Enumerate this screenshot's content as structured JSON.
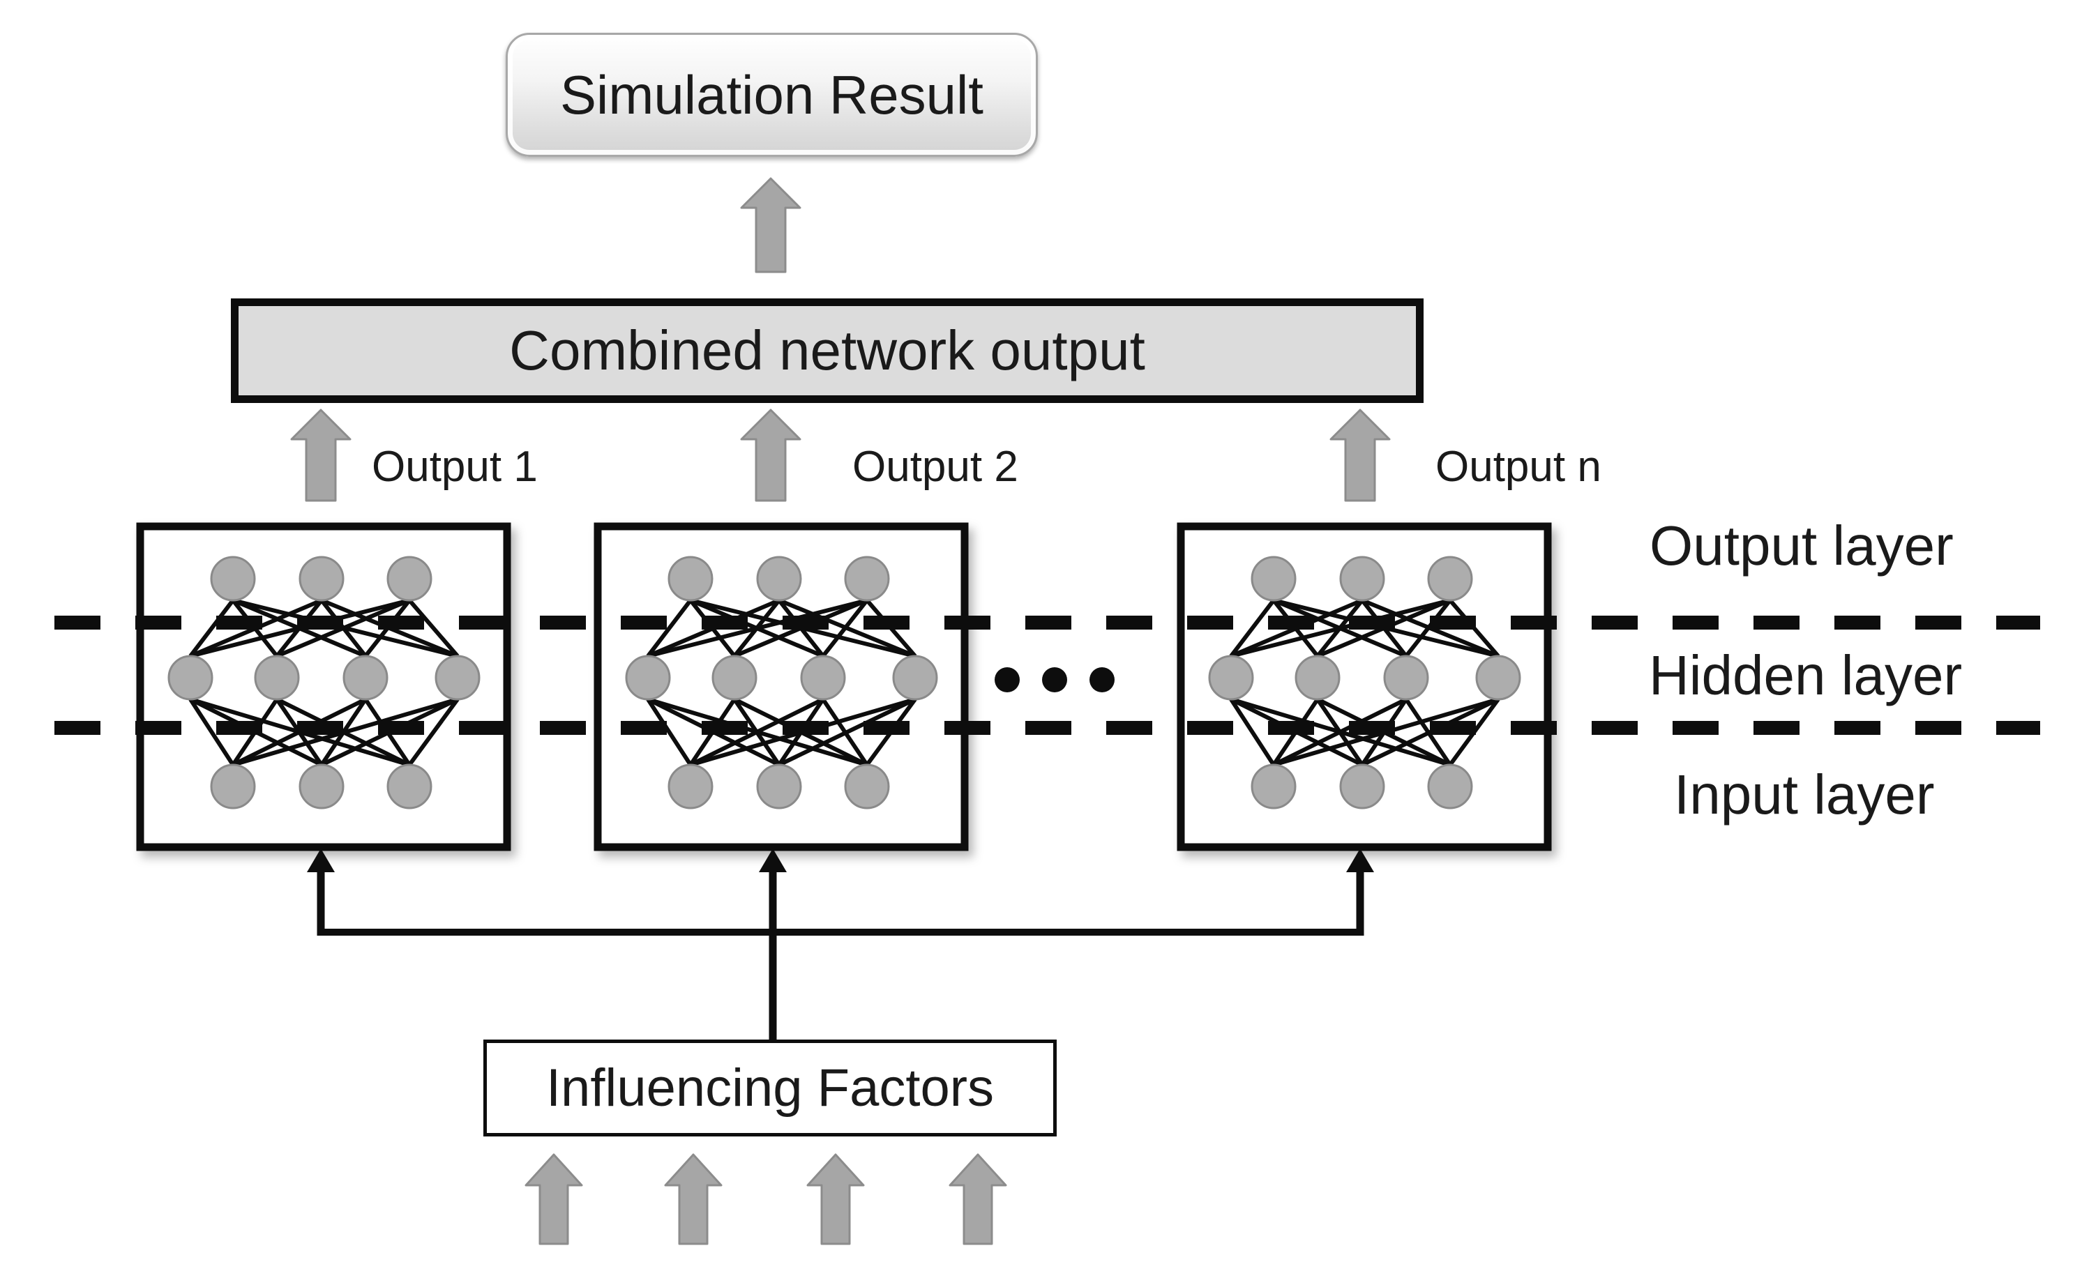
{
  "diagram": {
    "labels": {
      "simulation_result": "Simulation Result",
      "combined_output": "Combined network output",
      "influencing_factors": "Influencing Factors",
      "output_layer": "Output layer",
      "hidden_layer": "Hidden layer",
      "input_layer": "Input layer"
    },
    "networks": [
      {
        "output_label": "Output 1",
        "layers": [
          3,
          4,
          3
        ]
      },
      {
        "output_label": "Output 2",
        "layers": [
          3,
          4,
          3
        ]
      },
      {
        "output_label": "Output n",
        "layers": [
          3,
          4,
          3
        ]
      }
    ],
    "ellipsis_between_networks": "...",
    "influencing_arrow_count": 4,
    "colors": {
      "canvas_bg": "#ffffff",
      "text": "#1a1a1a",
      "line": "#0d0d0d",
      "combined_fill": "#dcdcdc",
      "button_border": "#a8a8a8",
      "network_box_fill": "#ffffff",
      "node_fill": "#adadad",
      "node_border": "#8a8a8a",
      "arrow_fill": "#a6a6a6",
      "arrow_border": "#8c8c8c"
    }
  }
}
